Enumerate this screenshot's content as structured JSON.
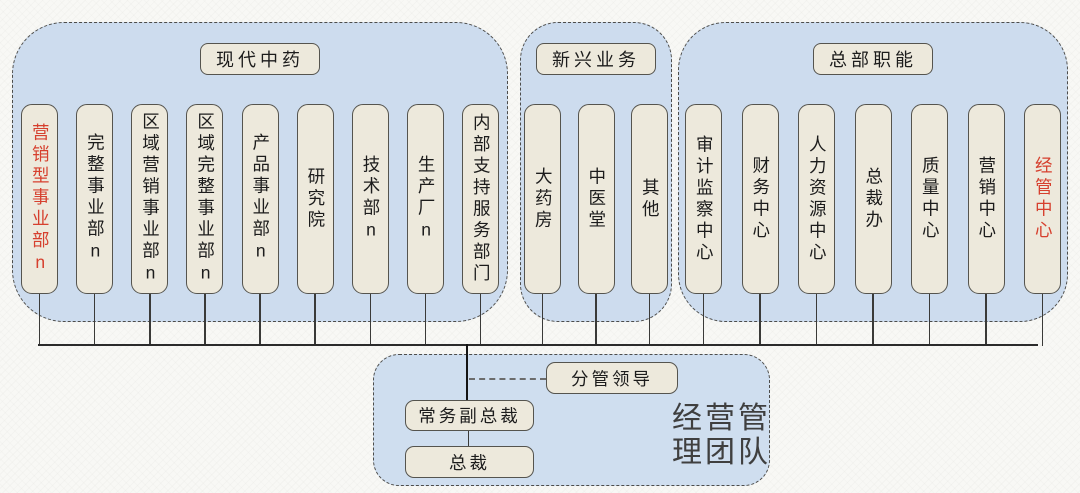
{
  "colors": {
    "highlight_text": "#d6402e",
    "group_fill": "#cddcee",
    "box_fill": "#ede9dc"
  },
  "groups": [
    {
      "label": "现代中药",
      "items": [
        {
          "text": "营销型事业部n",
          "highlight": true
        },
        {
          "text": "完整事业部n",
          "highlight": false
        },
        {
          "text": "区域营销事业部n",
          "highlight": false
        },
        {
          "text": "区域完整事业部n",
          "highlight": false
        },
        {
          "text": "产品事业部n",
          "highlight": false
        },
        {
          "text": "研究院",
          "highlight": false
        },
        {
          "text": "技术部n",
          "highlight": false
        },
        {
          "text": "生产厂n",
          "highlight": false
        },
        {
          "text": "内部支持服务部门",
          "highlight": false
        }
      ]
    },
    {
      "label": "新兴业务",
      "items": [
        {
          "text": "大药房",
          "highlight": false
        },
        {
          "text": "中医堂",
          "highlight": false
        },
        {
          "text": "其他",
          "highlight": false
        }
      ]
    },
    {
      "label": "总部职能",
      "items": [
        {
          "text": "审计监察中心",
          "highlight": false
        },
        {
          "text": "财务中心",
          "highlight": false
        },
        {
          "text": "人力资源中心",
          "highlight": false
        },
        {
          "text": "总裁办",
          "highlight": false
        },
        {
          "text": "质量中心",
          "highlight": false
        },
        {
          "text": "营销中心",
          "highlight": false
        },
        {
          "text": "经管中心",
          "highlight": true
        }
      ]
    }
  ],
  "management": {
    "leader": "分管领导",
    "evp": "常务副总裁",
    "president": "总裁",
    "caption": "经营管理团队"
  }
}
